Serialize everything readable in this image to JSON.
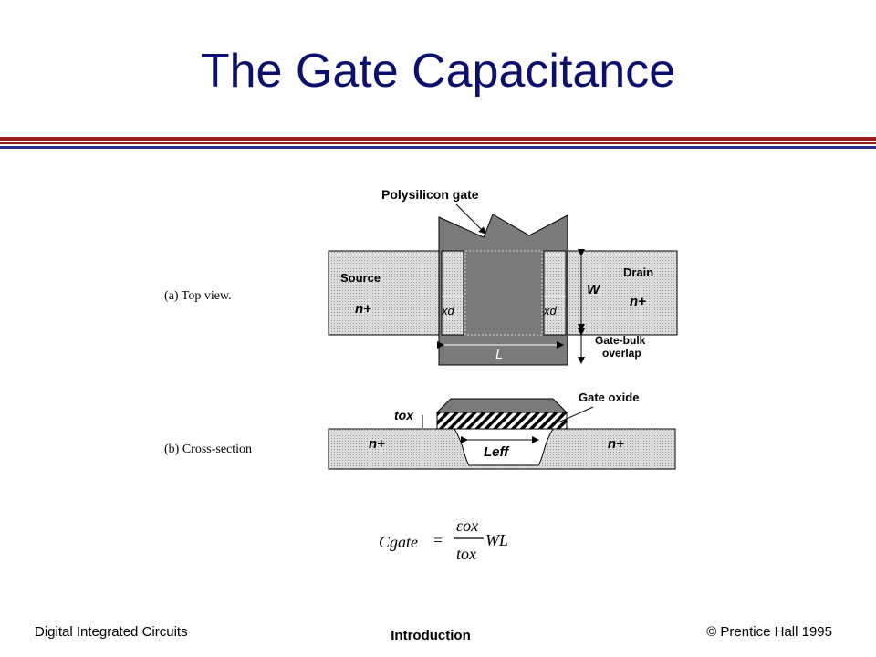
{
  "slide": {
    "title": "The Gate Capacitance"
  },
  "colors": {
    "title": "#0b0f6e",
    "rule_red": "#9e1b1b",
    "rule_blue": "#2c2f8f",
    "gate_fill": "#7a7a7a",
    "diffusion_fill": "#dcdcdc"
  },
  "figure": {
    "polysilicon_label": "Polysilicon gate",
    "top_view_caption": "(a) Top view.",
    "source_label": "Source",
    "drain_label": "Drain",
    "n_plus": "n+",
    "xd_label": "xd",
    "w_label": "W",
    "l_label": "L",
    "gate_bulk_line1": "Gate-bulk",
    "gate_bulk_line2": "overlap",
    "cross_section_caption": "(b) Cross-section",
    "tox_label": "tox",
    "gate_oxide_label": "Gate oxide",
    "leff_label": "Leff"
  },
  "formula": {
    "lhs": "Cgate",
    "equals": "=",
    "numerator": "εox",
    "denominator": "tox",
    "tail": "WL"
  },
  "footer": {
    "left": "Digital Integrated Circuits",
    "center": "Introduction",
    "right": "© Prentice Hall 1995"
  }
}
